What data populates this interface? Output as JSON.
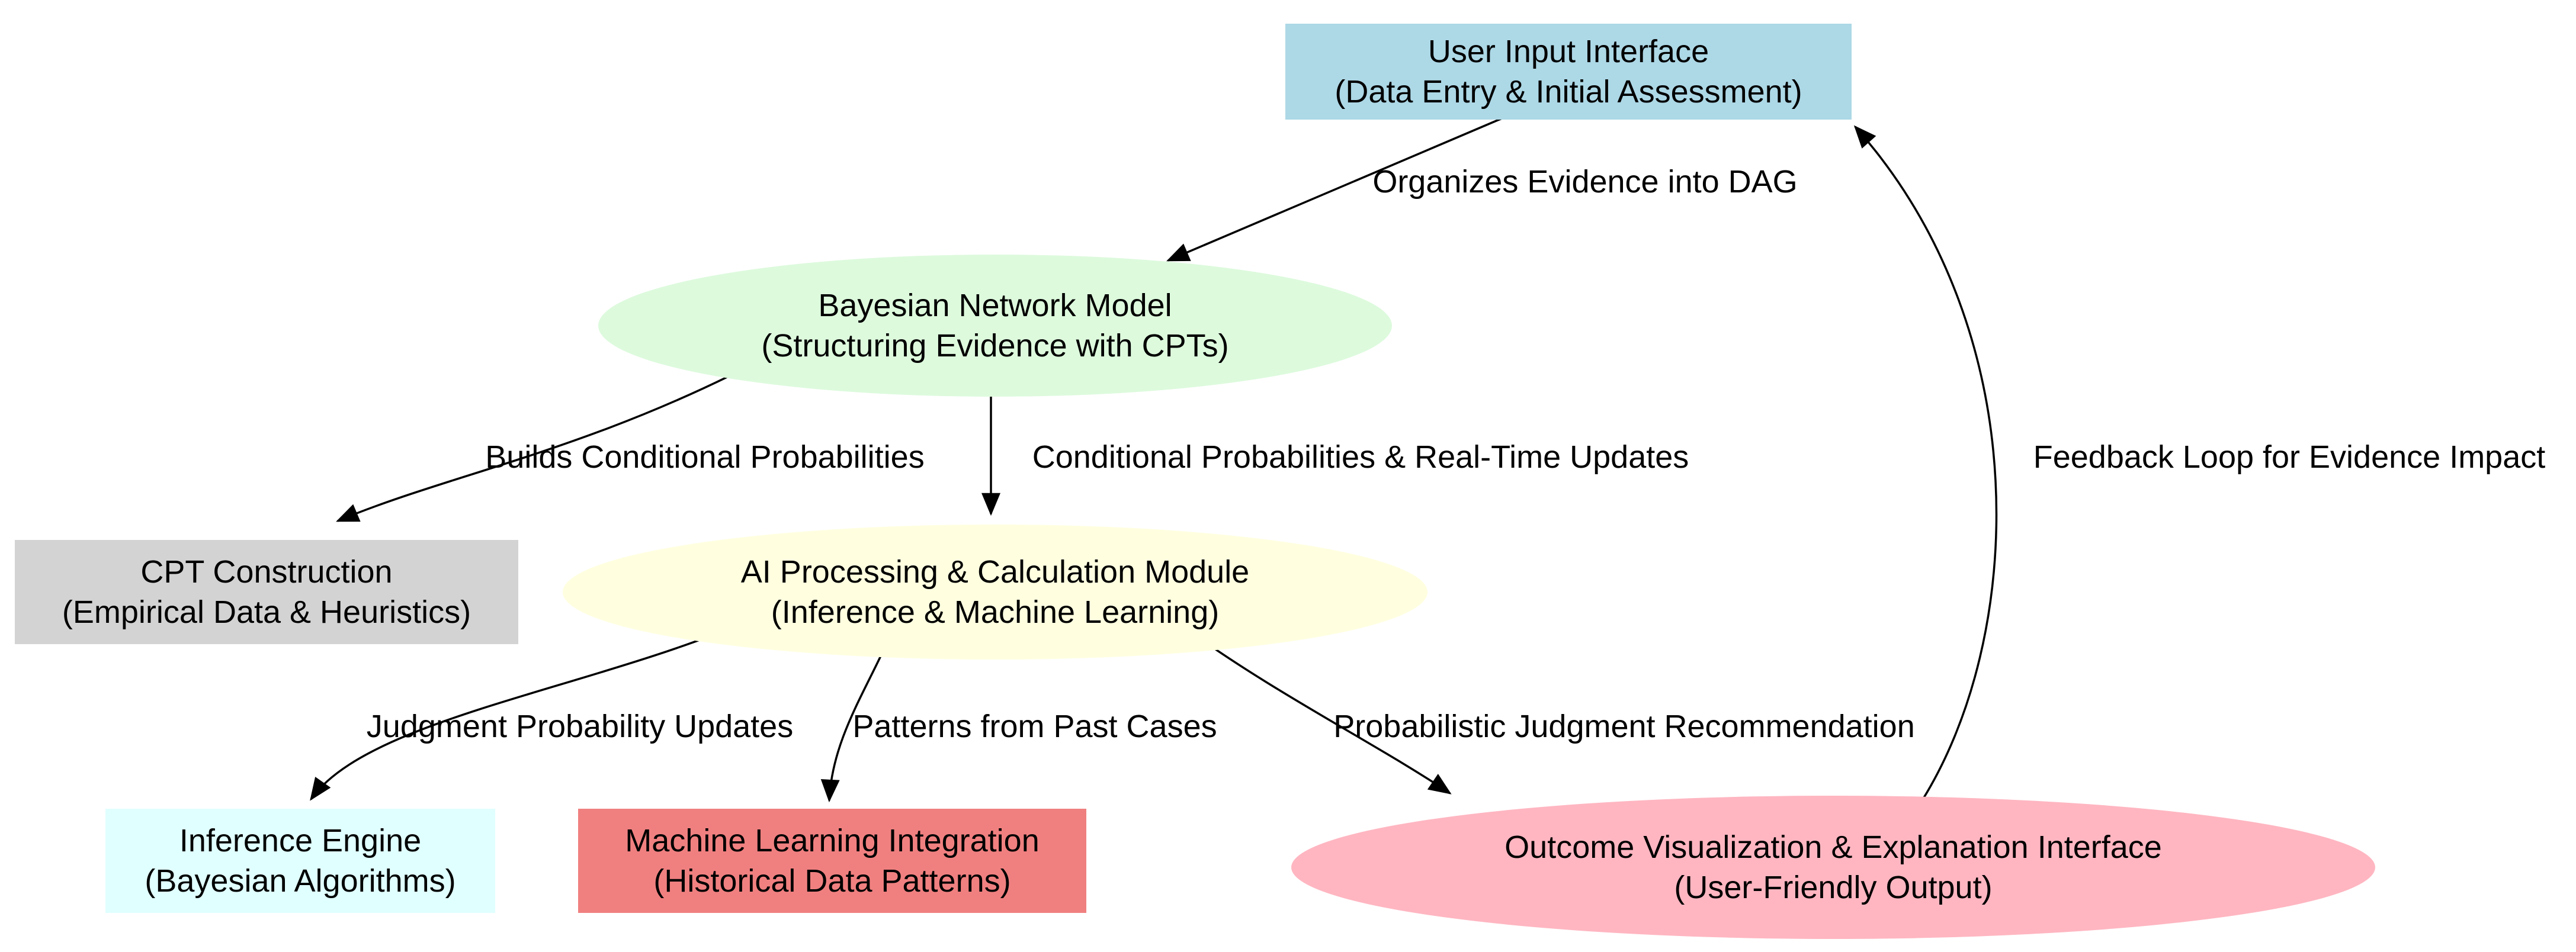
{
  "diagram": {
    "background_color": "#ffffff",
    "edge_color": "#000000",
    "text_color": "#000000",
    "nodes": [
      {
        "id": "user-input-interface",
        "title": "User Input Interface",
        "subtitle": "(Data Entry & Initial Assessment)",
        "shape": "rect",
        "color": "#add8e6"
      },
      {
        "id": "bayesian-network-model",
        "title": "Bayesian Network Model",
        "subtitle": "(Structuring Evidence with CPTs)",
        "shape": "ellipse",
        "color": "#ddfadd"
      },
      {
        "id": "cpt-construction",
        "title": "CPT Construction",
        "subtitle": "(Empirical Data & Heuristics)",
        "shape": "rect",
        "color": "#d3d3d3"
      },
      {
        "id": "ai-processing-module",
        "title": "AI Processing & Calculation Module",
        "subtitle": "(Inference & Machine Learning)",
        "shape": "ellipse",
        "color": "#ffffe0"
      },
      {
        "id": "inference-engine",
        "title": "Inference Engine",
        "subtitle": "(Bayesian Algorithms)",
        "shape": "rect",
        "color": "#e0ffff"
      },
      {
        "id": "machine-learning-integration",
        "title": "Machine Learning Integration",
        "subtitle": "(Historical Data Patterns)",
        "shape": "rect",
        "color": "#f08080"
      },
      {
        "id": "outcome-visualization-interface",
        "title": "Outcome Visualization & Explanation Interface",
        "subtitle": "(User-Friendly Output)",
        "shape": "ellipse",
        "color": "#ffb6c1"
      }
    ],
    "edges": [
      {
        "from": "user-input-interface",
        "to": "bayesian-network-model",
        "label": "Organizes Evidence into DAG"
      },
      {
        "from": "bayesian-network-model",
        "to": "cpt-construction",
        "label": "Builds Conditional Probabilities"
      },
      {
        "from": "bayesian-network-model",
        "to": "ai-processing-module",
        "label": "Conditional Probabilities & Real-Time Updates"
      },
      {
        "from": "ai-processing-module",
        "to": "inference-engine",
        "label": "Judgment Probability Updates"
      },
      {
        "from": "ai-processing-module",
        "to": "machine-learning-integration",
        "label": "Patterns from Past Cases"
      },
      {
        "from": "ai-processing-module",
        "to": "outcome-visualization-interface",
        "label": "Probabilistic Judgment Recommendation"
      },
      {
        "from": "outcome-visualization-interface",
        "to": "user-input-interface",
        "label": "Feedback Loop for Evidence Impact"
      }
    ]
  }
}
